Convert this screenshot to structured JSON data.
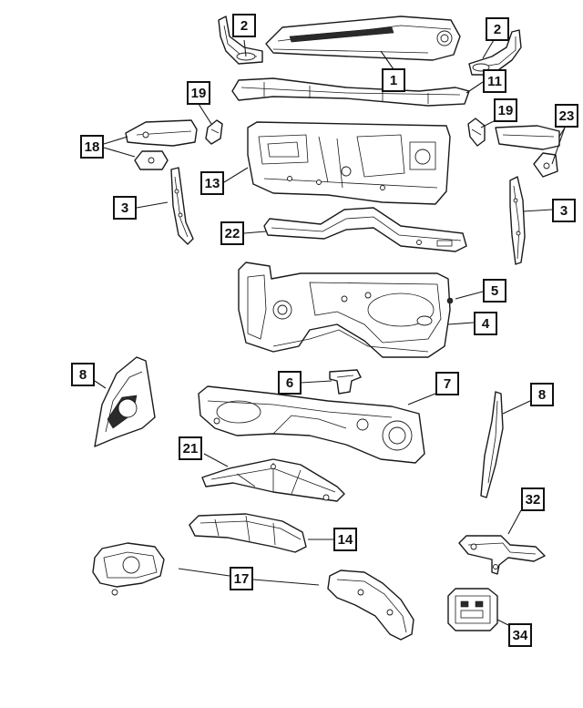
{
  "callouts": {
    "c2_left": "2",
    "c2_right": "2",
    "c1": "1",
    "c11": "11",
    "c19_left": "19",
    "c19_right": "19",
    "c23": "23",
    "c18": "18",
    "c13": "13",
    "c3_left": "3",
    "c3_right": "3",
    "c22": "22",
    "c5": "5",
    "c4": "4",
    "c8_left": "8",
    "c8_right": "8",
    "c6": "6",
    "c7": "7",
    "c21": "21",
    "c32": "32",
    "c14": "14",
    "c17": "17",
    "c34": "34"
  }
}
